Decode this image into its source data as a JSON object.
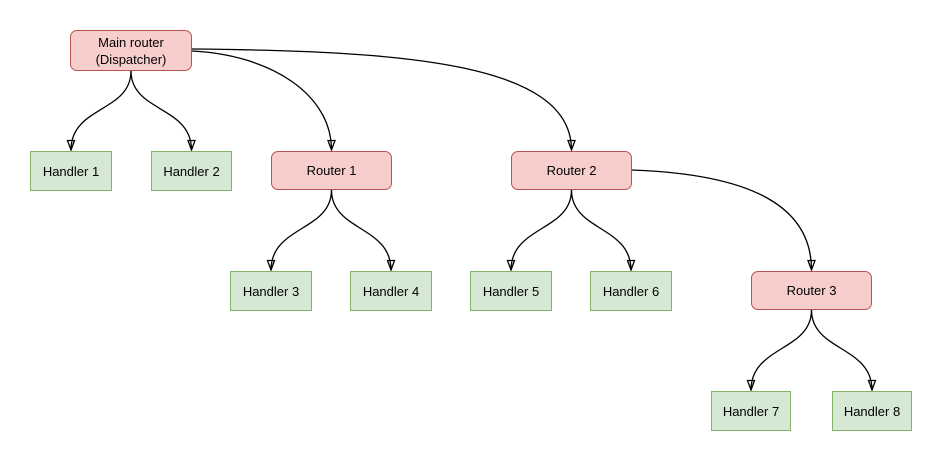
{
  "diagram": {
    "nodes": [
      {
        "id": "main-router",
        "label": "Main router\n(Dispatcher)",
        "type": "router"
      },
      {
        "id": "handler-1",
        "label": "Handler 1",
        "type": "handler"
      },
      {
        "id": "handler-2",
        "label": "Handler 2",
        "type": "handler"
      },
      {
        "id": "router-1",
        "label": "Router 1",
        "type": "router"
      },
      {
        "id": "router-2",
        "label": "Router 2",
        "type": "router"
      },
      {
        "id": "handler-3",
        "label": "Handler 3",
        "type": "handler"
      },
      {
        "id": "handler-4",
        "label": "Handler 4",
        "type": "handler"
      },
      {
        "id": "handler-5",
        "label": "Handler 5",
        "type": "handler"
      },
      {
        "id": "handler-6",
        "label": "Handler 6",
        "type": "handler"
      },
      {
        "id": "router-3",
        "label": "Router 3",
        "type": "router"
      },
      {
        "id": "handler-7",
        "label": "Handler 7",
        "type": "handler"
      },
      {
        "id": "handler-8",
        "label": "Handler 8",
        "type": "handler"
      }
    ],
    "edges": [
      {
        "from": "main-router",
        "to": "handler-1"
      },
      {
        "from": "main-router",
        "to": "handler-2"
      },
      {
        "from": "main-router",
        "to": "router-1"
      },
      {
        "from": "main-router",
        "to": "router-2"
      },
      {
        "from": "router-1",
        "to": "handler-3"
      },
      {
        "from": "router-1",
        "to": "handler-4"
      },
      {
        "from": "router-2",
        "to": "handler-5"
      },
      {
        "from": "router-2",
        "to": "handler-6"
      },
      {
        "from": "router-2",
        "to": "router-3"
      },
      {
        "from": "router-3",
        "to": "handler-7"
      },
      {
        "from": "router-3",
        "to": "handler-8"
      }
    ],
    "colors": {
      "router_fill": "#f8cecc",
      "router_border": "#b85450",
      "handler_fill": "#d5e8d4",
      "handler_border": "#82b366",
      "edge": "#000000",
      "text": "#000000",
      "background": "#ffffff"
    }
  }
}
